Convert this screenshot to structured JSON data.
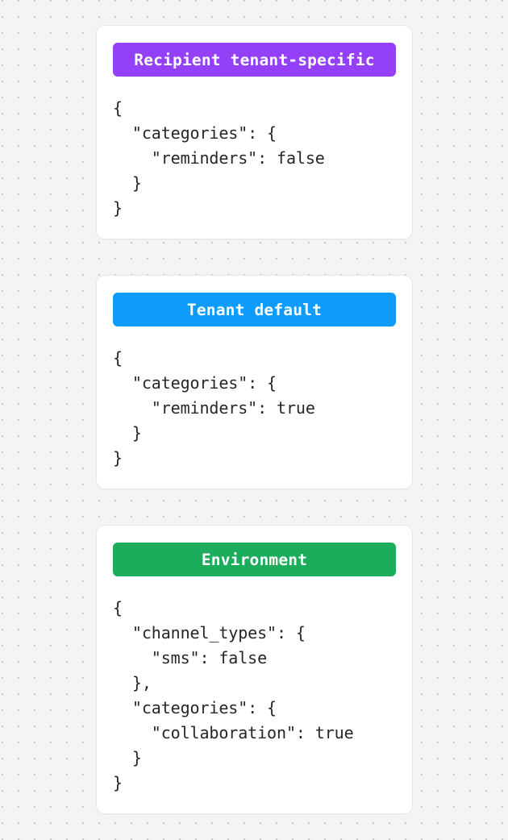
{
  "background": {
    "color": "#f4f4f4",
    "dot_color": "#c9c9cd",
    "pattern": "dot-grid"
  },
  "cards": [
    {
      "title": "Recipient tenant-specific",
      "title_color": "#9340f8",
      "code": "{\n  \"categories\": {\n    \"reminders\": false\n  }\n}"
    },
    {
      "title": "Tenant default",
      "title_color": "#0f9bfb",
      "code": "{\n  \"categories\": {\n    \"reminders\": true\n  }\n}"
    },
    {
      "title": "Environment",
      "title_color": "#1bad5c",
      "code": "{\n  \"channel_types\": {\n    \"sms\": false\n  },\n  \"categories\": {\n    \"collaboration\": true\n  }\n}"
    }
  ]
}
